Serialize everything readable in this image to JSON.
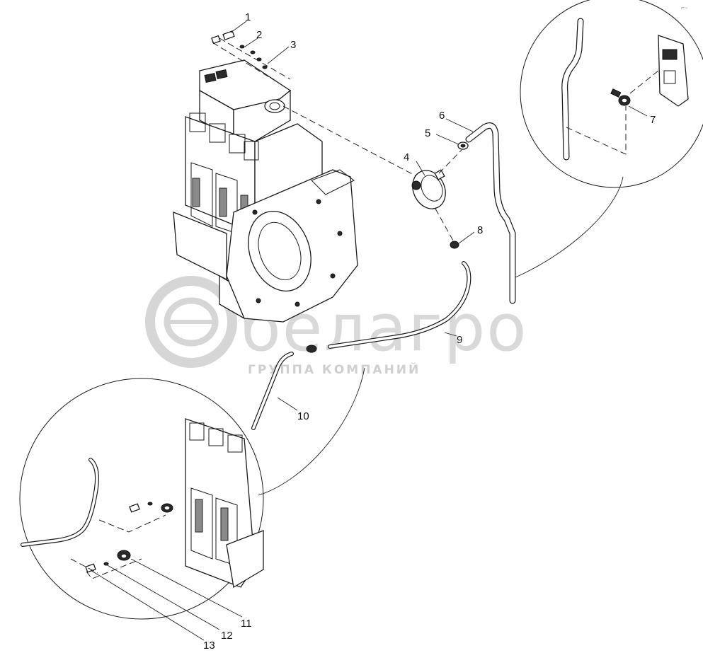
{
  "watermark": {
    "brand": "белагро",
    "subtitle": "ГРУППА КОМПАНИЙ"
  },
  "corner_mark": "⌐-",
  "callouts": [
    {
      "id": "1",
      "label": "1"
    },
    {
      "id": "2",
      "label": "2"
    },
    {
      "id": "3",
      "label": "3"
    },
    {
      "id": "4",
      "label": "4"
    },
    {
      "id": "5",
      "label": "5"
    },
    {
      "id": "6",
      "label": "6"
    },
    {
      "id": "7",
      "label": "7"
    },
    {
      "id": "8",
      "label": "8"
    },
    {
      "id": "9",
      "label": "9"
    },
    {
      "id": "10",
      "label": "10"
    },
    {
      "id": "11",
      "label": "11"
    },
    {
      "id": "12",
      "label": "12"
    },
    {
      "id": "13",
      "label": "13"
    }
  ]
}
